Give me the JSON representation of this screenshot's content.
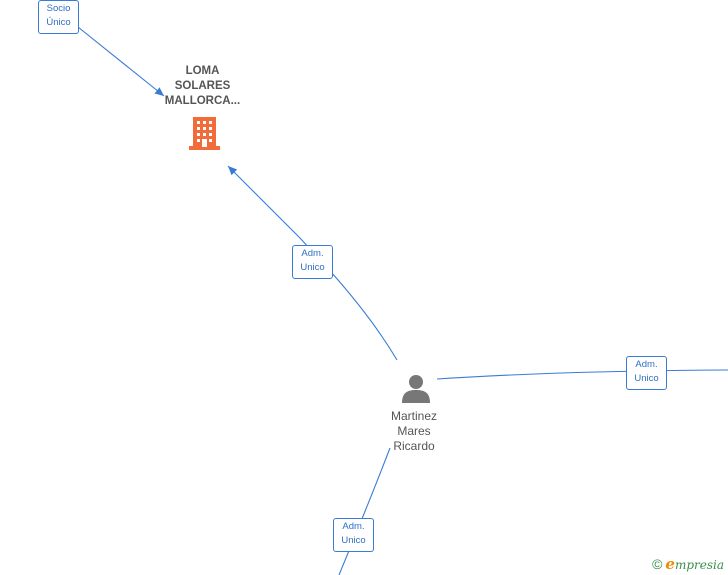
{
  "company": {
    "name_lines": [
      "LOMA",
      "SOLARES",
      "MALLORCA..."
    ],
    "icon": "building-icon",
    "color": "#f26b3a"
  },
  "person": {
    "name_lines": [
      "Martinez",
      "Mares",
      "Ricardo"
    ],
    "icon": "person-icon",
    "color": "#777777"
  },
  "edges": {
    "socio_unico": [
      "Socio",
      "Único"
    ],
    "adm_company": [
      "Adm.",
      "Unico"
    ],
    "adm_right": [
      "Adm.",
      "Unico"
    ],
    "adm_bottom": [
      "Adm.",
      "Unico"
    ]
  },
  "colors": {
    "edge": "#3a7bd5",
    "label_text": "#2f6fc6"
  },
  "watermark": {
    "copyright": "©",
    "brand_first": "e",
    "brand_rest": "mpresia"
  }
}
